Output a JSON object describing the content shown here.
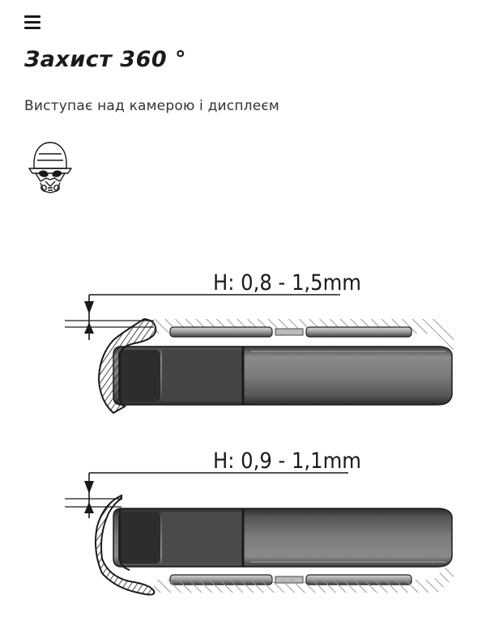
{
  "header": {
    "menu_icon": "hamburger-menu-icon",
    "title": "Захист 360 °",
    "subtitle": "Виступає над камерою і дисплеєм",
    "badge_icon": "stormtrooper-helmet-icon"
  },
  "diagrams": [
    {
      "label": "H: 0,8 - 1,5mm",
      "orientation": "camera-top"
    },
    {
      "label": "H: 0,9 - 1,1mm",
      "orientation": "camera-bottom"
    }
  ],
  "colors": {
    "text": "#1a1a1a",
    "phone_body": "#6b6b6b",
    "hatch": "#999999"
  }
}
